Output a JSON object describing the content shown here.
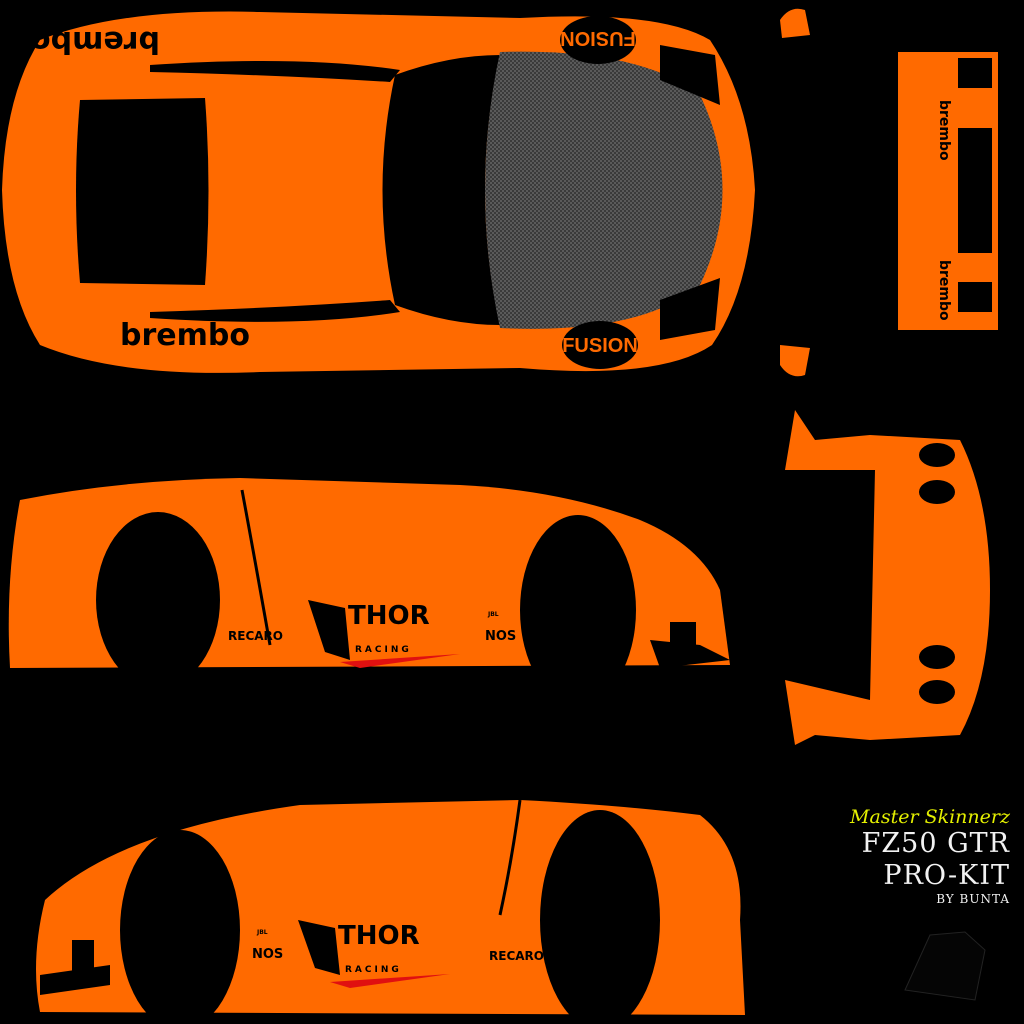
{
  "colors": {
    "body": "#ff6a00",
    "background": "#000000",
    "hood": "#4a4a4a",
    "accent_red": "#e01010",
    "credit_yellow": "#e4f000"
  },
  "decals": {
    "brembo": "brembo",
    "fusion": "FUSION",
    "thor": "THOR",
    "racing": "RACING",
    "recaro": "RECARO",
    "nos": "NOS",
    "jbl": "JBL"
  },
  "credits": {
    "author_group": "Master Skinnerz",
    "title_line1": "FZ50 GTR",
    "title_line2": "PRO-KIT",
    "byline": "BY BUNTA"
  }
}
